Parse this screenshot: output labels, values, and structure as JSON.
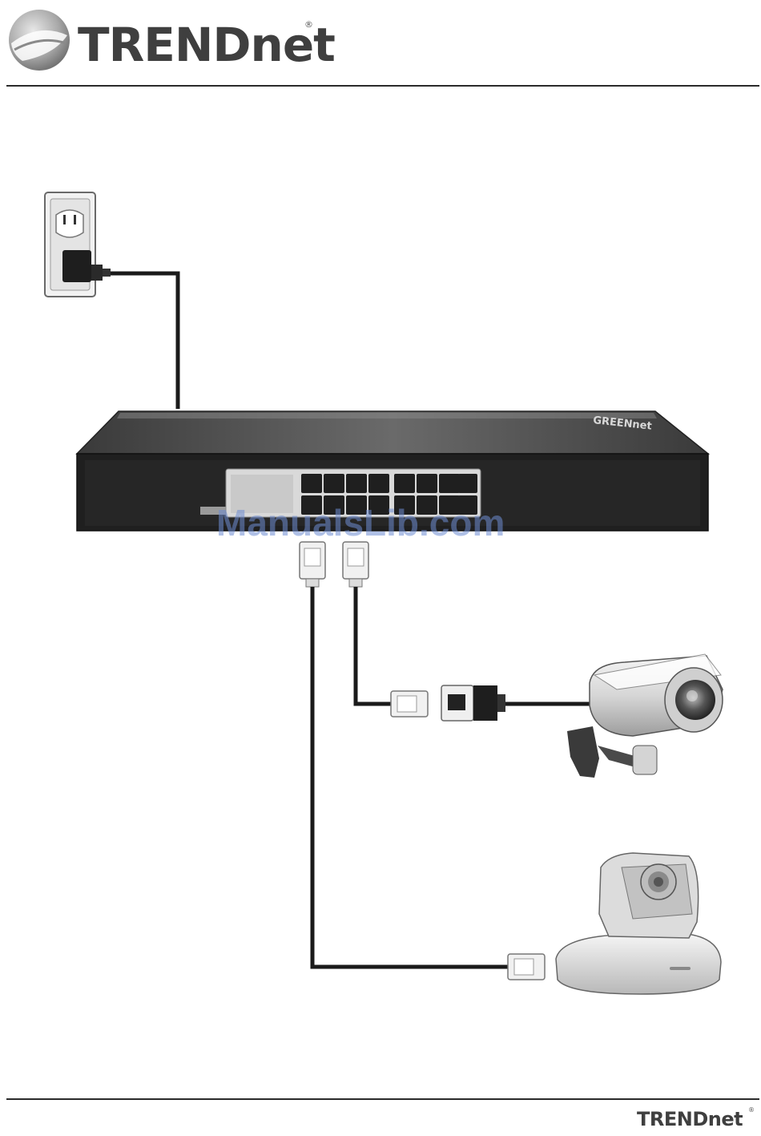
{
  "header": {
    "brand": "TRENDnet",
    "registered_mark": "®"
  },
  "diagram": {
    "switch_badge": "GREENnet",
    "components": [
      "power-outlet",
      "power-plug",
      "network-switch",
      "ethernet-cable",
      "rj45-connector",
      "rj45-coupler",
      "bullet-ip-camera",
      "ptz-ip-camera"
    ]
  },
  "watermark": {
    "text": "ManualsLib.com"
  },
  "footer": {
    "brand": "TRENDnet",
    "registered_mark": "®"
  },
  "colors": {
    "rule": "#2b2b2b",
    "cable": "#1a1a1a",
    "switch_body": "#1f1f1f",
    "watermark": "#6e8cd2"
  }
}
